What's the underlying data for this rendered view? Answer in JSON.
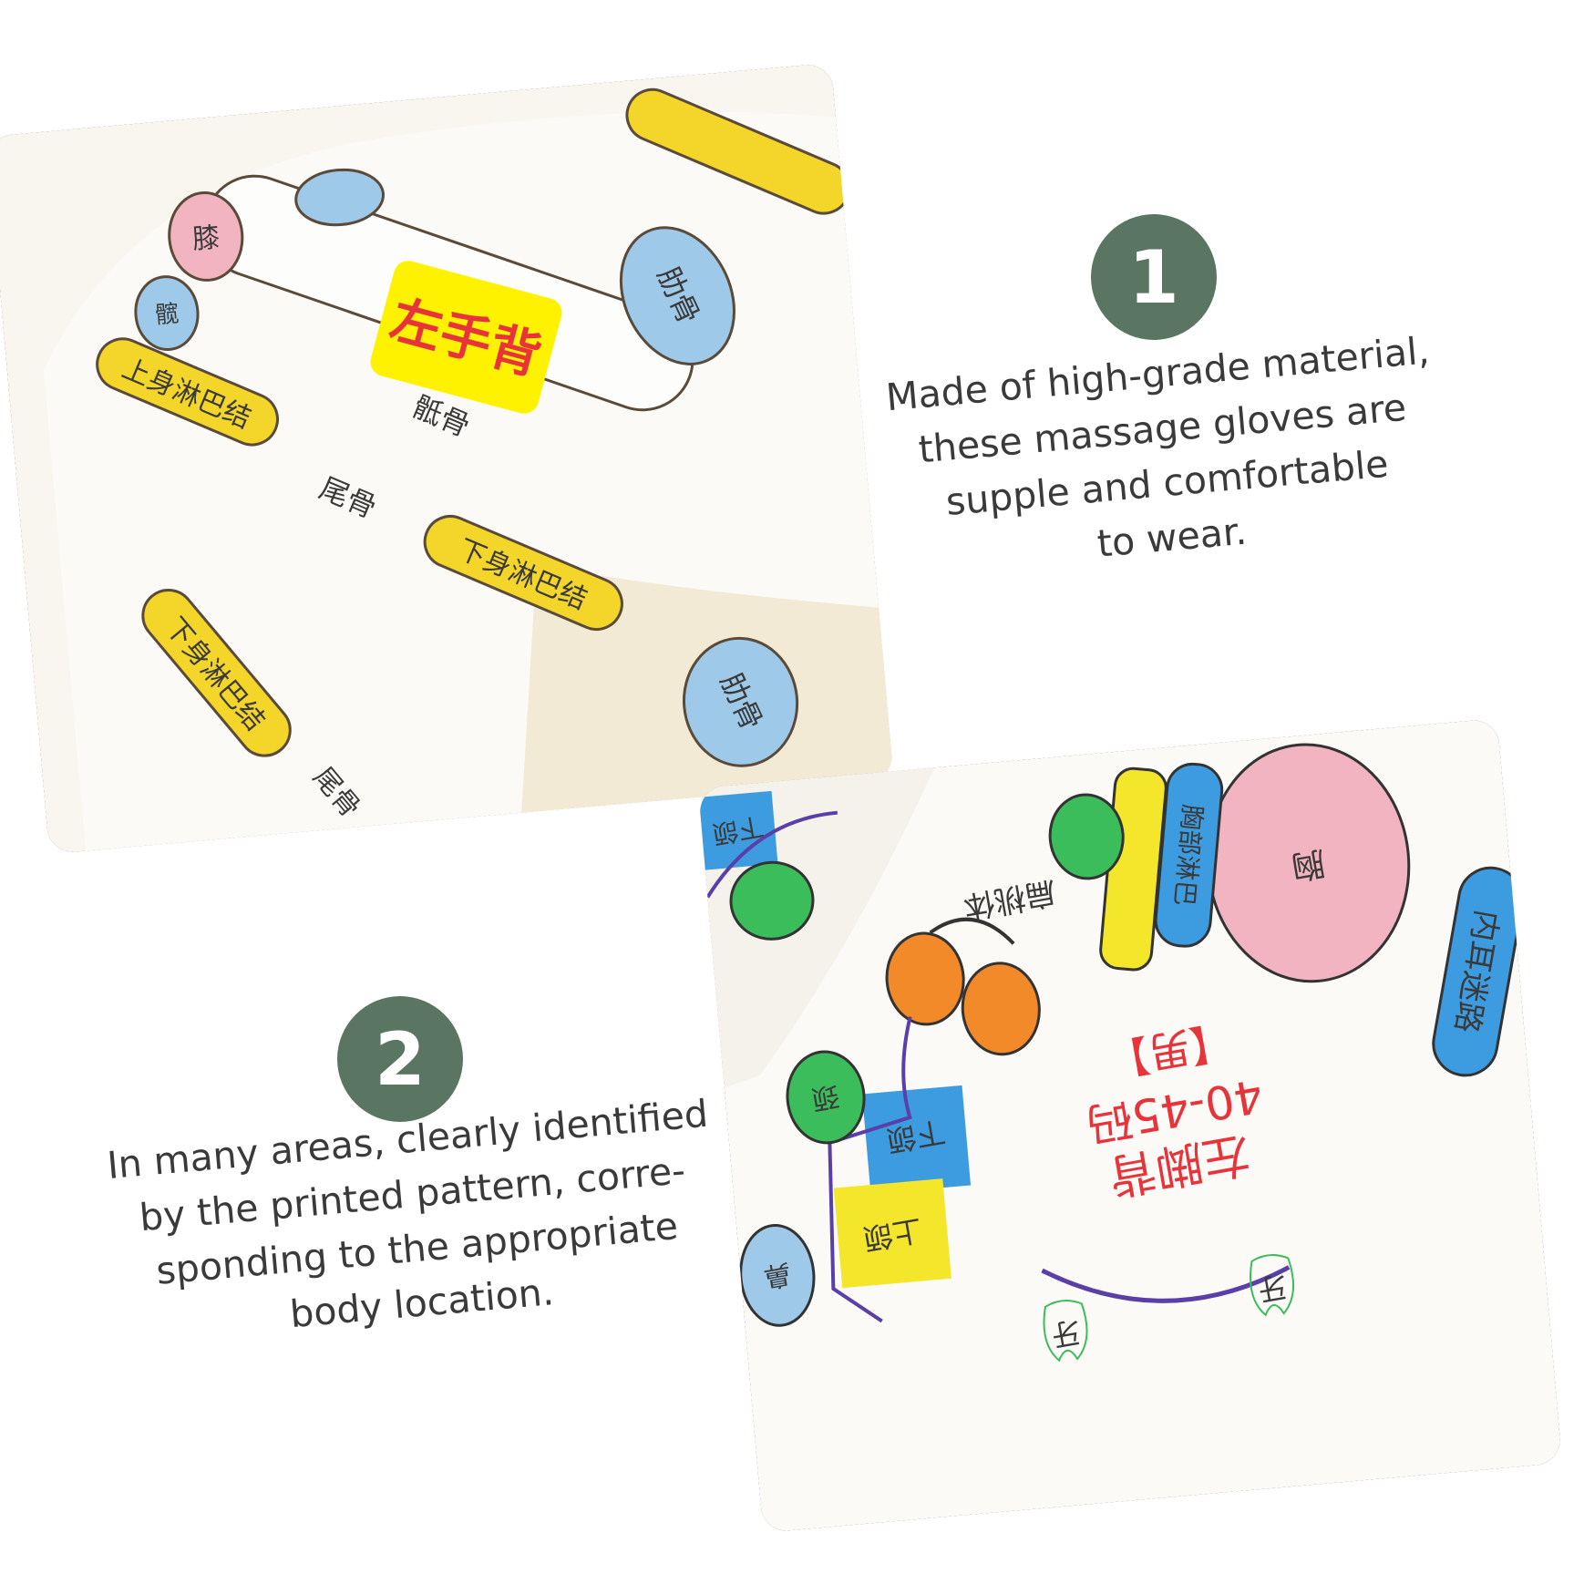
{
  "panel_left_hand": {
    "title": "左手背",
    "labels": {
      "knee": "膝",
      "hip": "髋",
      "rib_top": "肋骨",
      "rib_bottom": "肋骨",
      "upper_lymph": "上身淋巴结",
      "sacrum": "骶骨",
      "tailbone": "尾骨",
      "tailbone_bottom": "尾骨",
      "lower_lymph": "下身淋巴结",
      "lower_lymph_bottom": "下身淋巴结"
    }
  },
  "panel_left_foot": {
    "title": "左脚背",
    "size": "40-45码",
    "gender": "【男】",
    "labels": {
      "chest": "胸",
      "tonsil": "扁桃体",
      "inner_ear": "内耳迷路",
      "chest_lymph": "胸部淋巴",
      "jaw_lower_top": "下颌",
      "jaw_upper": "上颌",
      "jaw_lower": "下颌",
      "neck": "颈",
      "nose": "鼻",
      "tooth_left": "牙",
      "tooth_right": "牙"
    }
  },
  "feature_1": {
    "number": "1",
    "text": "Made of high-grade material,\nthese massage gloves are\nsupple and comfortable\nto wear."
  },
  "feature_2": {
    "number": "2",
    "text": "In many areas, clearly identified\nby the printed pattern, corre-\nsponding to the appropriate\nbody location."
  },
  "colors": {
    "badge": "#5a7561",
    "yellow": "#f4d52a",
    "blue": "#9ec9e9",
    "pink": "#f3b4c2",
    "green": "#3bbd5b",
    "orange": "#f28a2a",
    "red_text": "#e8333a"
  }
}
